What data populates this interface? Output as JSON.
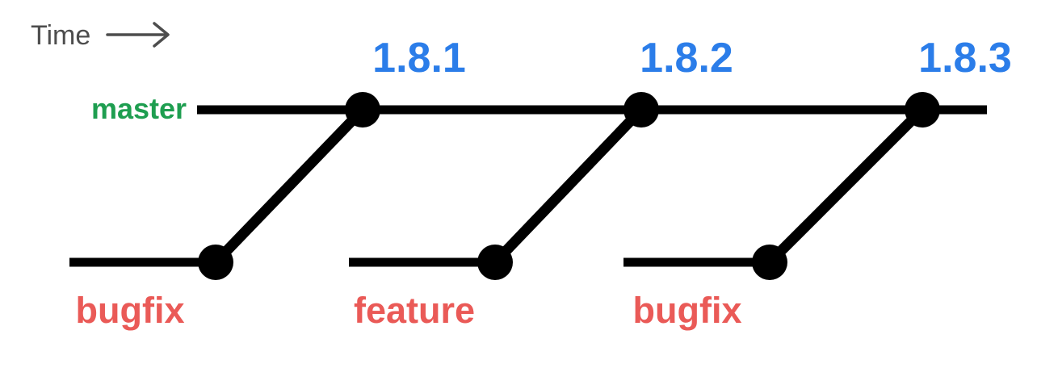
{
  "colors": {
    "line": "#000000",
    "time-label": "#4d4d4d",
    "master-label": "#1e9e50",
    "version-label": "#2b7de9",
    "branch-label": "#ea5a57"
  },
  "diagram": {
    "time_label": "Time",
    "master": {
      "label": "master"
    },
    "releases": [
      {
        "version": "1.8.1",
        "merged_branch": "bugfix"
      },
      {
        "version": "1.8.2",
        "merged_branch": "feature"
      },
      {
        "version": "1.8.3",
        "merged_branch": "bugfix"
      }
    ],
    "branches": [
      {
        "label": "bugfix"
      },
      {
        "label": "feature"
      },
      {
        "label": "bugfix"
      }
    ]
  }
}
